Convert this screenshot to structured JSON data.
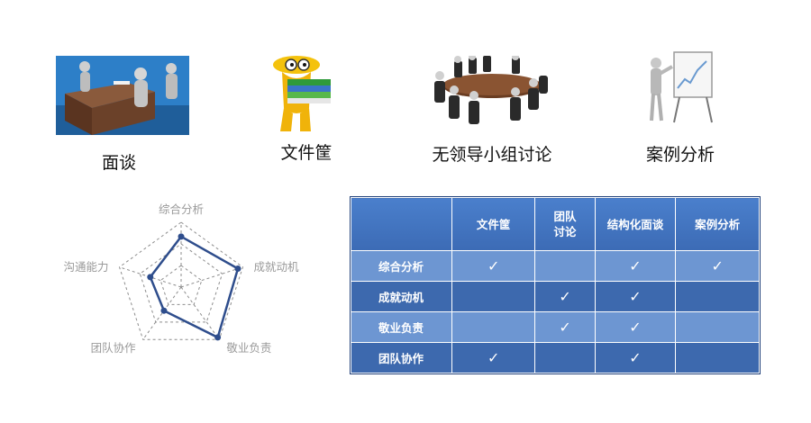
{
  "items": [
    {
      "label": "面谈",
      "icon": "interview-meeting-icon"
    },
    {
      "label": "文件筐",
      "icon": "in-basket-files-icon"
    },
    {
      "label": "无领导小组讨论",
      "icon": "group-discussion-icon"
    },
    {
      "label": "案例分析",
      "icon": "case-analysis-presenter-icon"
    }
  ],
  "radar": {
    "axes": [
      "综合分析",
      "成就动机",
      "敬业负责",
      "团队协作",
      "沟通能力"
    ],
    "values": [
      0.78,
      0.92,
      0.96,
      0.45,
      0.5
    ],
    "levels": 3,
    "color": "#2e4d8c"
  },
  "matrix": {
    "columns": [
      "",
      "文件筐",
      "团队\n讨论",
      "结构化面谈",
      "案例分析"
    ],
    "rows": [
      {
        "label": "综合分析",
        "cells": [
          "✓",
          "",
          "✓",
          "✓"
        ]
      },
      {
        "label": "成就动机",
        "cells": [
          "",
          "✓",
          "✓",
          ""
        ]
      },
      {
        "label": "敬业负责",
        "cells": [
          "",
          "✓",
          "✓",
          ""
        ]
      },
      {
        "label": "团队协作",
        "cells": [
          "✓",
          "",
          "✓",
          ""
        ]
      }
    ],
    "colors": {
      "header": "#4474c0",
      "row_light": "#6d96d2",
      "row_dark": "#3d69ae"
    }
  }
}
